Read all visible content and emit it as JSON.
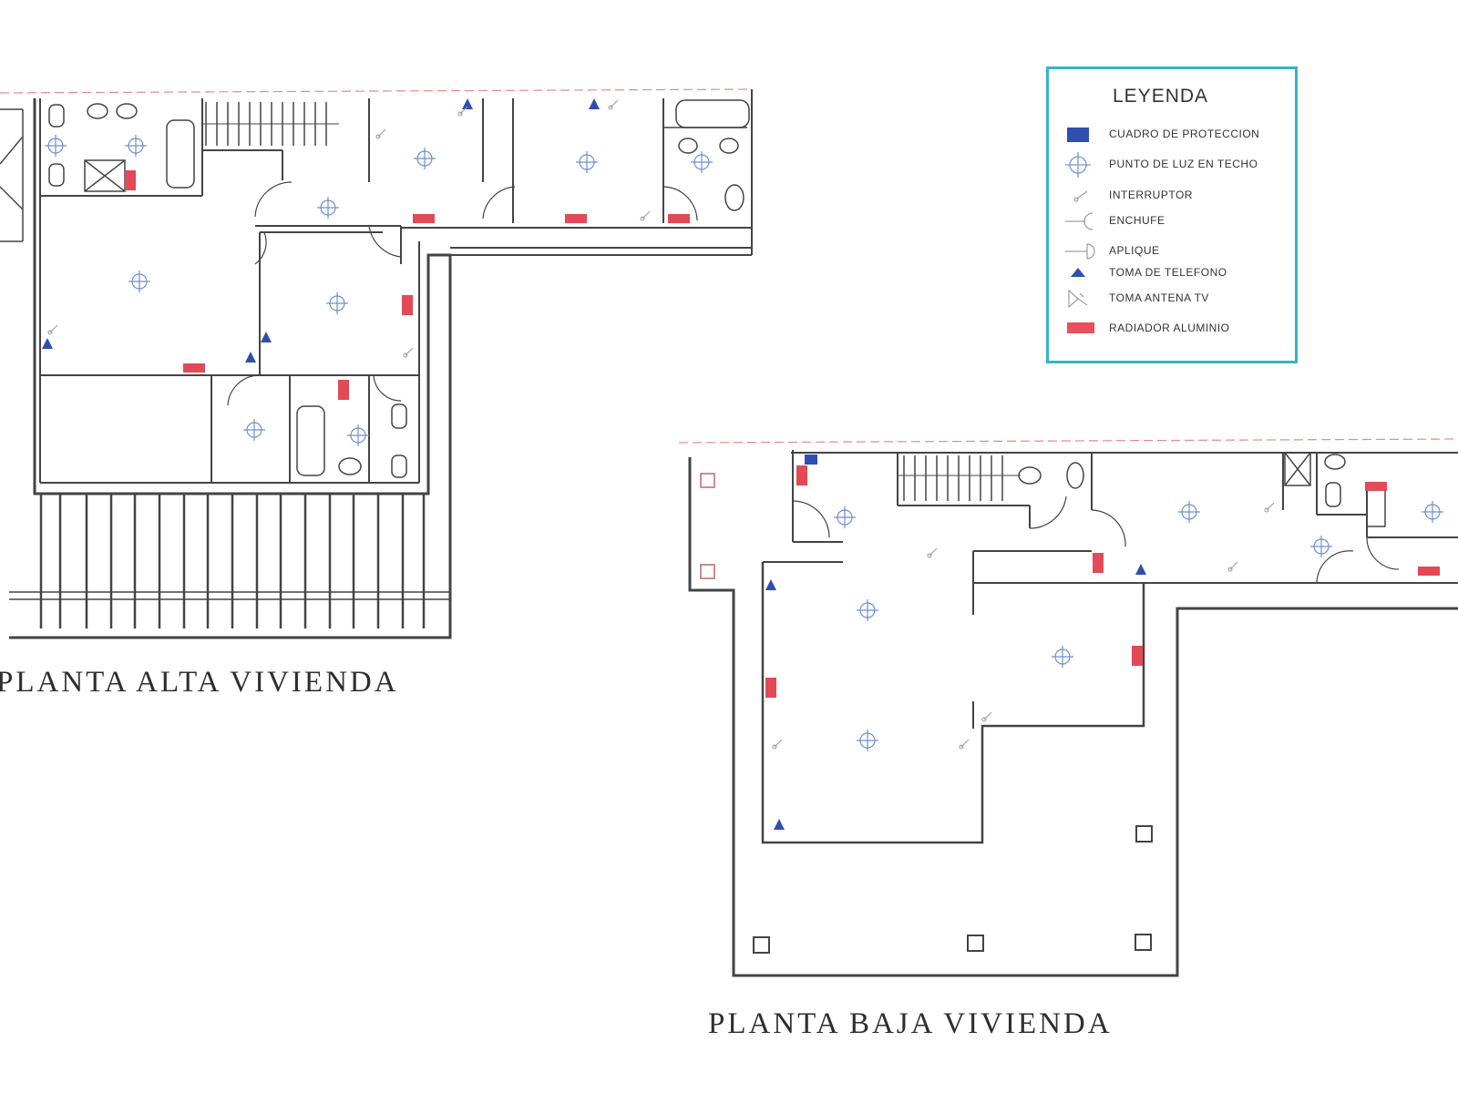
{
  "plans": {
    "upper": {
      "title": "PLANTA  ALTA  VIVIENDA"
    },
    "lower": {
      "title": "PLANTA  BAJA  VIVIENDA"
    }
  },
  "legend": {
    "title": "LEYENDA",
    "items": [
      {
        "label": "CUADRO DE PROTECCION",
        "symbol": "protection-panel",
        "color": "#2f4fb0"
      },
      {
        "label": "PUNTO DE LUZ EN TECHO",
        "symbol": "ceiling-light",
        "color": "#7a96cf"
      },
      {
        "label": "INTERRUPTOR",
        "symbol": "switch",
        "color": "#8a8a8a"
      },
      {
        "label": "ENCHUFE",
        "symbol": "socket",
        "color": "#8a8a8a"
      },
      {
        "label": "APLIQUE",
        "symbol": "wall-light",
        "color": "#8a8a8a"
      },
      {
        "label": "TOMA DE TELEFONO",
        "symbol": "phone-outlet",
        "color": "#2f4fb0"
      },
      {
        "label": "TOMA ANTENA TV",
        "symbol": "tv-outlet",
        "color": "#8a8a8a"
      },
      {
        "label": "RADIADOR ALUMINIO",
        "symbol": "radiator",
        "color": "#e8505b"
      }
    ]
  },
  "colors": {
    "wall": "#444444",
    "light": "#6f8fcb",
    "radiator": "#e24a55",
    "panel": "#2f4fb0",
    "legend_border": "#36b2cc"
  }
}
